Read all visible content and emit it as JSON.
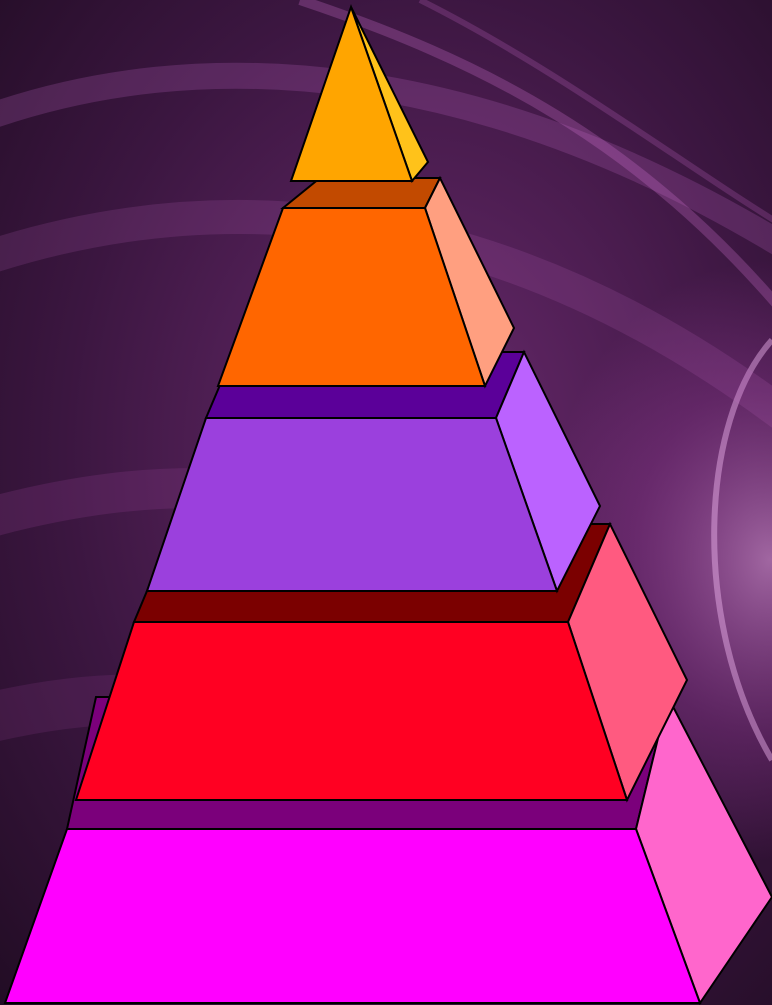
{
  "background": {
    "base_color": "#2a0f2c",
    "glow_color": "#d86bd6",
    "streak_color": "#c46ac8"
  },
  "pyramid": {
    "outline_color": "#000000",
    "tiers": [
      {
        "id": "apex",
        "front": "#ffa500",
        "side": "#ffc21a"
      },
      {
        "id": "tier-2",
        "front": "#ff6600",
        "top": "#c24a00",
        "side": "#ff9f80"
      },
      {
        "id": "tier-3",
        "front": "#9b40dd",
        "top": "#5b0099",
        "side": "#bb62ff"
      },
      {
        "id": "tier-4",
        "front": "#ff0022",
        "top": "#7b0000",
        "side": "#ff5a80"
      },
      {
        "id": "tier-5",
        "front": "#ff00ff",
        "top": "#7b007b",
        "side": "#ff66cc"
      }
    ]
  }
}
